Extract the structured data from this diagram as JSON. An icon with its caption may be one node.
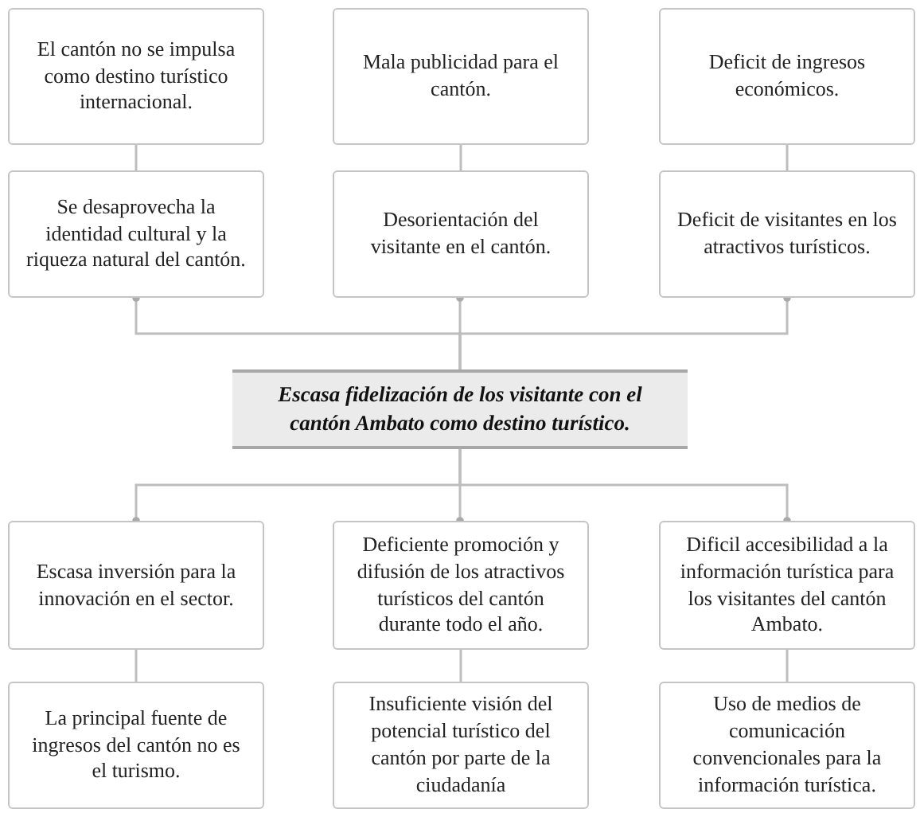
{
  "diagram": {
    "nodes": [
      {
        "text": [
          "El cantón no se impulsa como destino turístico internacional."
        ]
      },
      {
        "text": [
          "Mala publicidad para el cantón."
        ]
      },
      {
        "text": [
          "Deficit de ingresos económicos."
        ]
      },
      {
        "text": [
          "Se desaprovecha la identidad cultural y la riqueza natural del cantón."
        ]
      },
      {
        "text": [
          "Desorientación del visitante en el cantón."
        ]
      },
      {
        "text": [
          "Deficit de visitantes en los atractivos turísticos."
        ]
      },
      {
        "text": [
          "Escasa fidelización de los visitante con el cantón Ambato como destino turístico."
        ]
      },
      {
        "text": [
          "Escasa inversión para la innovación en el sector."
        ]
      },
      {
        "text": [
          "Deficiente promoción y difusión de los atractivos turísticos del cantón durante todo el año."
        ]
      },
      {
        "text": [
          "Dificil accesibilidad a la información turística para los visitantes del cantón Ambato."
        ]
      },
      {
        "text": [
          "La principal fuente de ingresos del cantón no es el turismo."
        ]
      },
      {
        "text": [
          "Insuficiente visión del potencial turístico del cantón por parte de la ciudadanía"
        ]
      },
      {
        "text": [
          "Uso de medios de comunicación convencionales para la información turística."
        ]
      }
    ],
    "edges": [
      {
        "from": 0,
        "to": 3,
        "arrow": "none"
      },
      {
        "from": 1,
        "to": 4,
        "arrow": "none"
      },
      {
        "from": 2,
        "to": 5,
        "arrow": "none"
      },
      {
        "from": 6,
        "to": 3,
        "arrow": "other"
      },
      {
        "from": 6,
        "to": 4,
        "arrow": "other"
      },
      {
        "from": 6,
        "to": 5,
        "arrow": "other"
      },
      {
        "from": 6,
        "to": 7,
        "arrow": "other"
      },
      {
        "from": 6,
        "to": 8,
        "arrow": "other"
      },
      {
        "from": 6,
        "to": 9,
        "arrow": "other"
      },
      {
        "from": 7,
        "to": 10,
        "arrow": "none"
      },
      {
        "from": 8,
        "to": 11,
        "arrow": "none"
      },
      {
        "from": 9,
        "to": 12,
        "arrow": "none"
      }
    ]
  }
}
